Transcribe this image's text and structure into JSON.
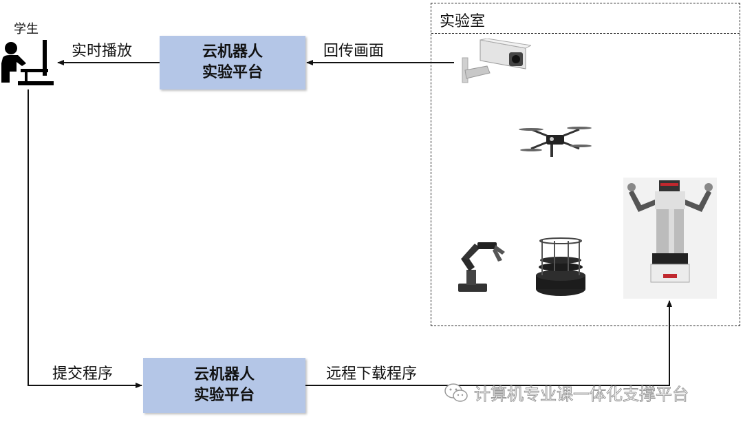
{
  "student": {
    "label": "学生"
  },
  "top_platform": {
    "line1": "云机器人",
    "line2": "实验平台"
  },
  "bottom_platform": {
    "line1": "云机器人",
    "line2": "实验平台"
  },
  "arrows": {
    "realtime_play": "实时播放",
    "return_video": "回传画面",
    "submit_program": "提交程序",
    "remote_download": "远程下载程序"
  },
  "lab": {
    "title": "实验室"
  },
  "watermark": {
    "text": "计算机专业课一体化支撑平台"
  },
  "colors": {
    "platform_fill": "#b4c6e7",
    "line": "#111111",
    "border": "#222222"
  },
  "icons": [
    "student-computer-icon",
    "camera-icon",
    "drone-icon",
    "robot-arm-icon",
    "turtlebot-icon",
    "humanoid-robot-icon",
    "wechat-icon"
  ]
}
